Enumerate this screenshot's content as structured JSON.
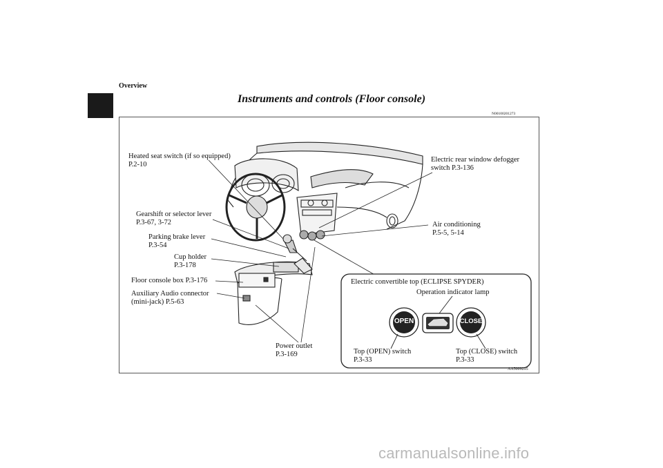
{
  "header": {
    "section": "Overview",
    "title": "Instruments and controls (Floor console)",
    "doc_code": "N00100201273"
  },
  "figure": {
    "code": "AA5009295",
    "callouts": {
      "heated_seat": [
        "Heated seat switch (if so equipped)",
        "P.2-10"
      ],
      "rear_defogger": [
        "Electric rear window defogger",
        "switch P.3-136"
      ],
      "gearshift": [
        "Gearshift or selector lever",
        "P.3-67, 3-72"
      ],
      "air_conditioning": [
        "Air conditioning",
        "P.5-5, 5-14"
      ],
      "parking_brake": [
        "Parking brake lever",
        "P.3-54"
      ],
      "cup_holder": [
        "Cup holder",
        "P.3-178"
      ],
      "floor_console_box": [
        "Floor console box P.3-176"
      ],
      "aux_audio": [
        "Auxiliary Audio connector",
        "(mini-jack) P.5-63"
      ],
      "power_outlet": [
        "Power outlet",
        "P.3-169"
      ]
    },
    "inset": {
      "title": "Electric convertible top (ECLIPSE SPYDER)",
      "indicator_label": "Operation indicator lamp",
      "open_button": "OPEN",
      "close_button": "CLOSE",
      "top_open": [
        "Top (OPEN) switch",
        "P.3-33"
      ],
      "top_close": [
        "Top (CLOSE) switch",
        "P.3-33"
      ]
    }
  },
  "footer": {
    "watermark": "carmanualsonline.info"
  }
}
